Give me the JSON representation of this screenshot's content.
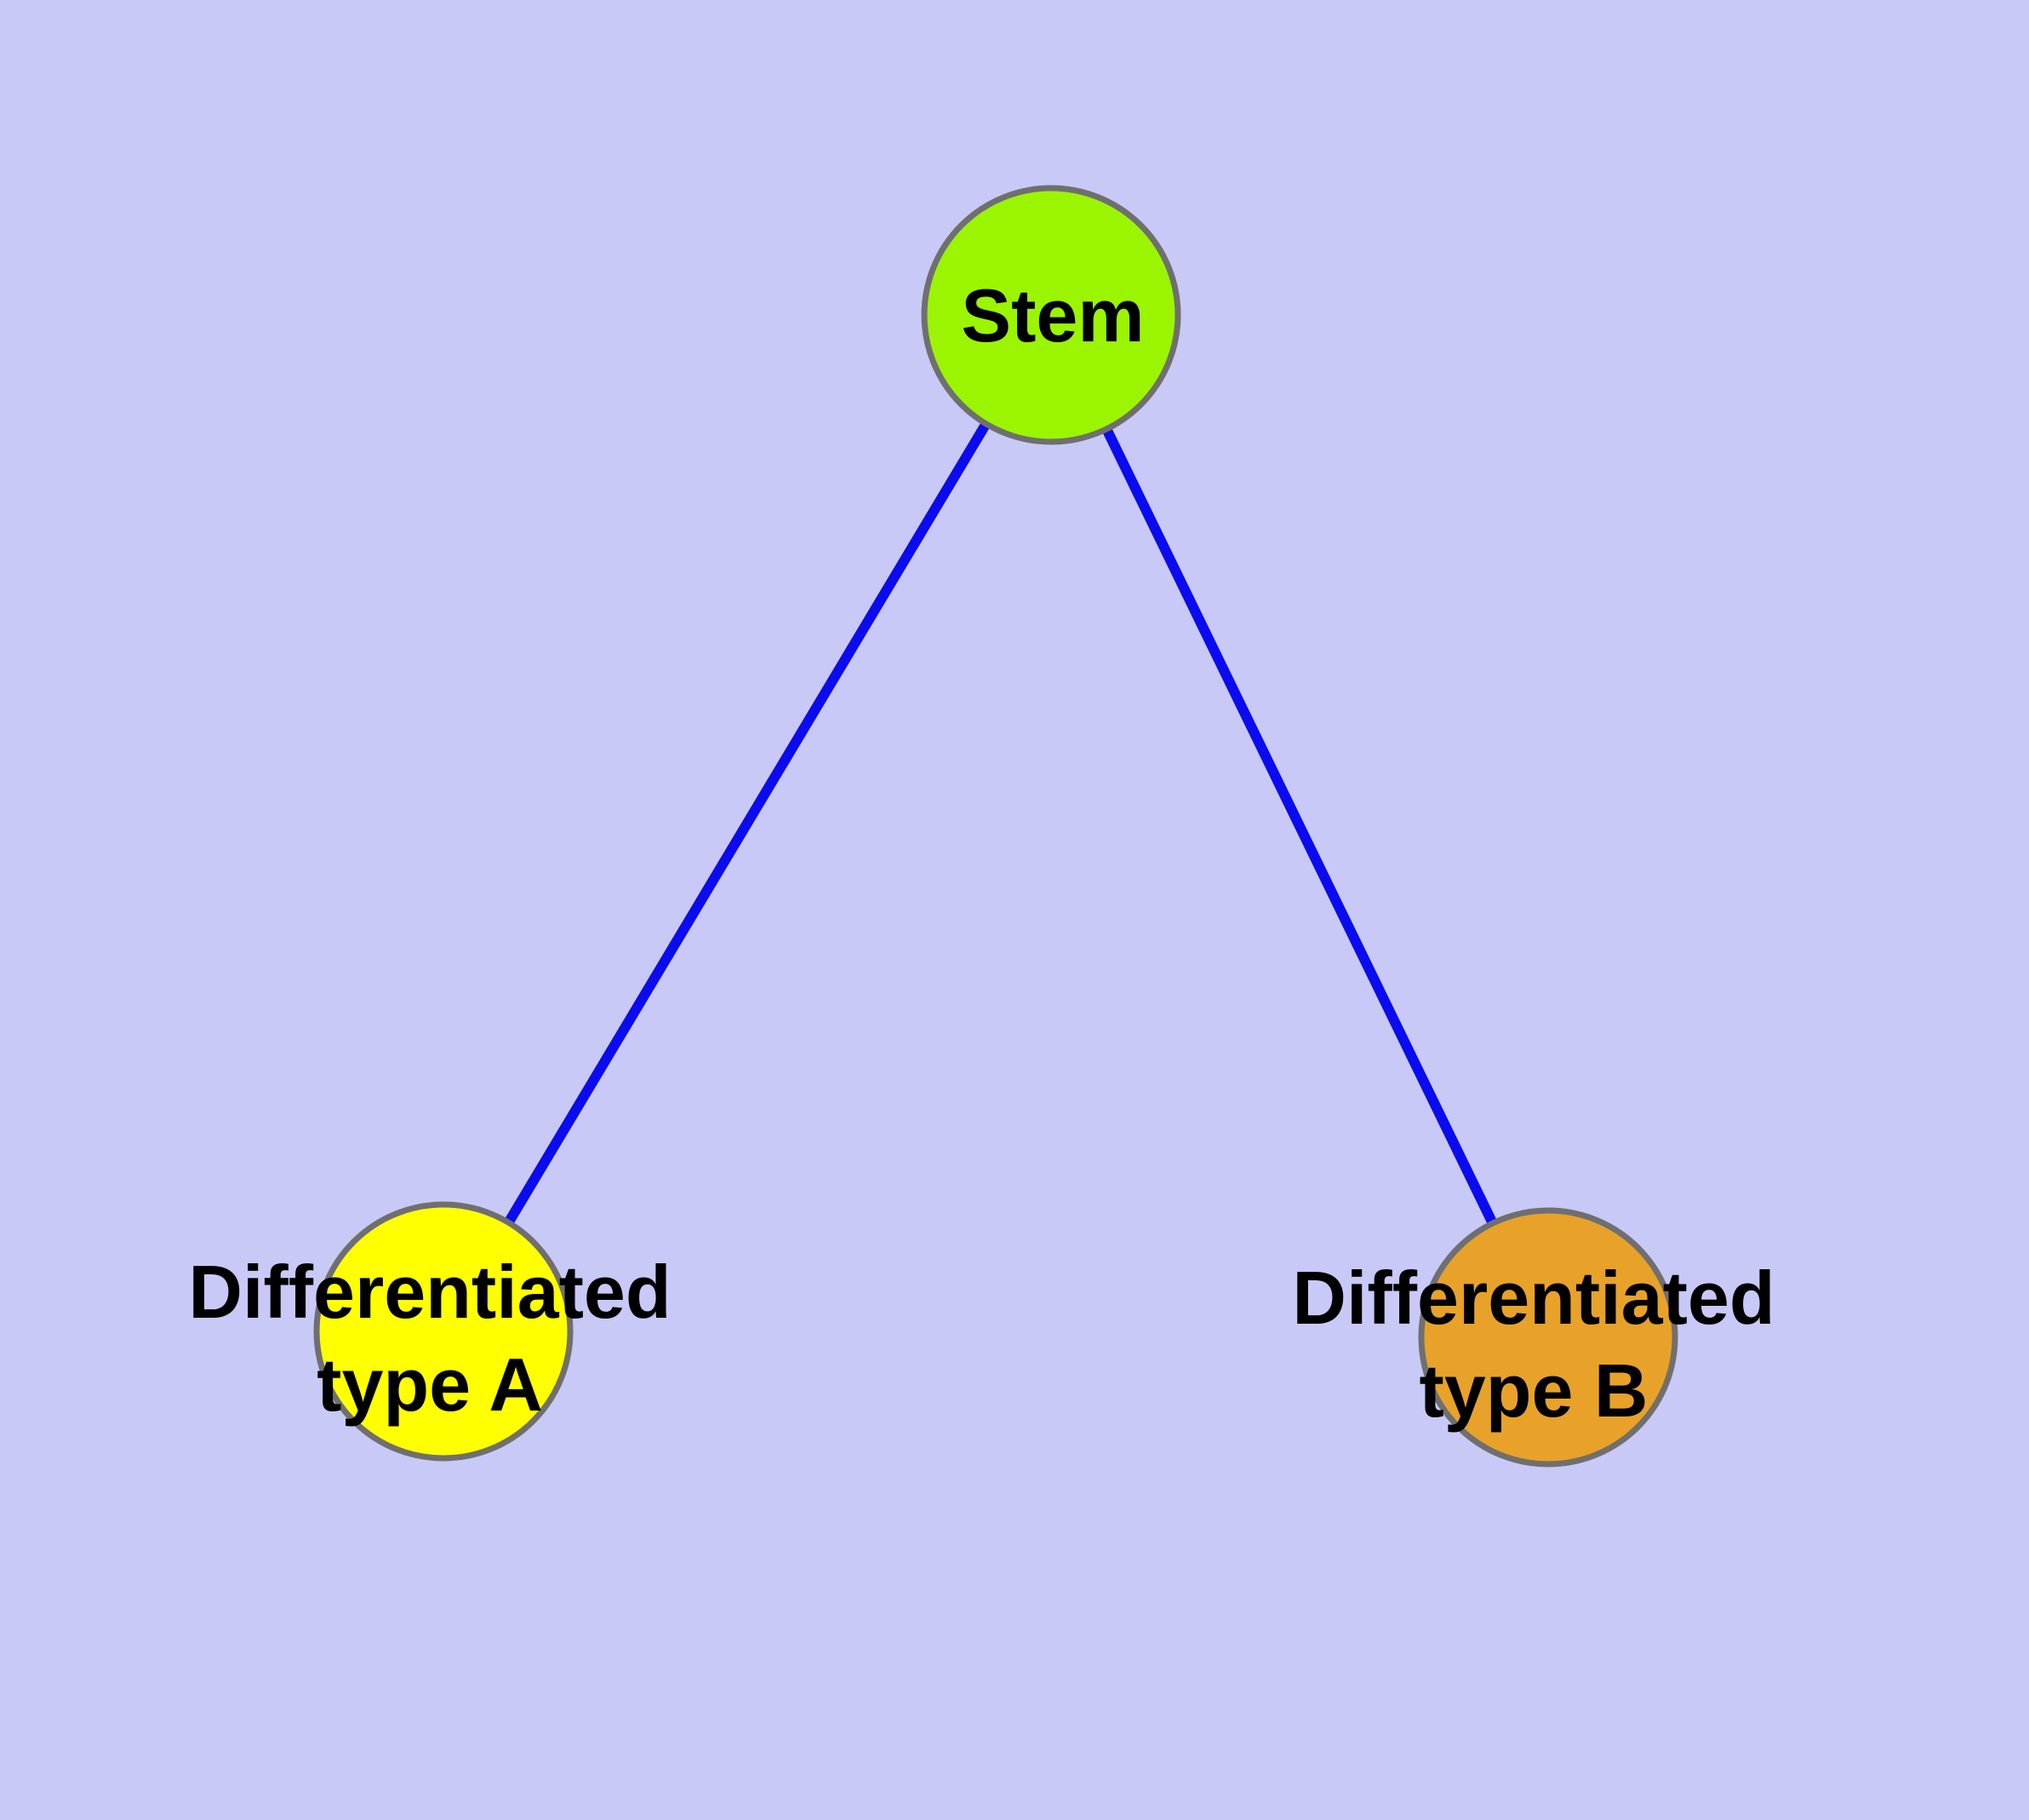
{
  "diagram": {
    "background_color": "#C9C9F7",
    "edge_color": "#0B0BF0",
    "node_border_color": "#6F6F6F",
    "label_color": "#000000",
    "nodes": {
      "stem": {
        "label": "Stem",
        "fill": "#9BF500"
      },
      "type_a": {
        "label_line1": "Differentiated",
        "label_line2": "type A",
        "fill": "#FFFF00"
      },
      "type_b": {
        "label_line1": "Differentiated",
        "label_line2": "type B",
        "fill": "#E8A229"
      }
    },
    "edges": [
      {
        "from": "Stem",
        "to": "Differentiated type A"
      },
      {
        "from": "Stem",
        "to": "Differentiated type B"
      }
    ]
  }
}
